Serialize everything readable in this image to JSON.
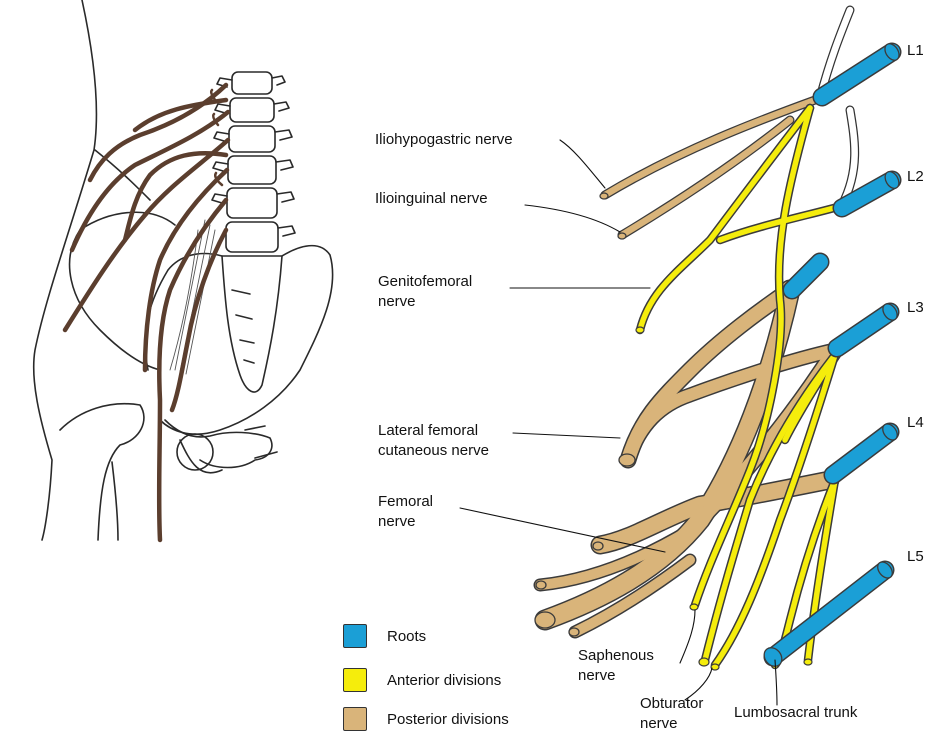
{
  "colors": {
    "roots": "#1b9fd6",
    "anterior": "#f5ed0c",
    "posterior": "#d9b47a",
    "outline": "#3b3b3b",
    "anatomy_nerve": "#5b3e2e",
    "bone_line": "#2a2a2a"
  },
  "roots": [
    "L1",
    "L2",
    "L3",
    "L4",
    "L5"
  ],
  "labels": {
    "iliohypogastric": "Iliohypogastric nerve",
    "ilioinguinal": "Ilioinguinal nerve",
    "genitofemoral_1": "Genitofemoral",
    "genitofemoral_2": "nerve",
    "lateral_femoral_1": "Lateral femoral",
    "lateral_femoral_2": "cutaneous nerve",
    "femoral_1": "Femoral",
    "femoral_2": "nerve",
    "saphenous_1": "Saphenous",
    "saphenous_2": "nerve",
    "obturator_1": "Obturator",
    "obturator_2": "nerve",
    "lumbosacral": "Lumbosacral trunk"
  },
  "legend": [
    {
      "label": "Roots",
      "color_key": "roots"
    },
    {
      "label": "Anterior divisions",
      "color_key": "anterior"
    },
    {
      "label": "Posterior divisions",
      "color_key": "posterior"
    }
  ]
}
